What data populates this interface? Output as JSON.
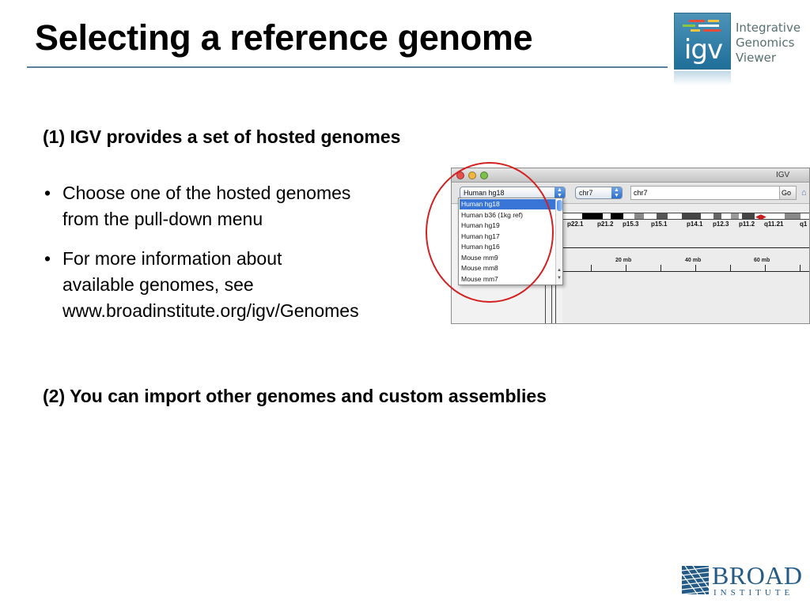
{
  "slide": {
    "title": "Selecting a reference genome",
    "section1": "(1) IGV provides a set of hosted genomes",
    "bullets": [
      {
        "lines": [
          "Choose one of the hosted genomes",
          "from the pull-down menu"
        ]
      },
      {
        "lines": [
          "For more information about",
          "available genomes, see",
          "www.broadinstitute.org/igv/Genomes"
        ]
      }
    ],
    "section2": "(2) You can import other genomes and custom assemblies",
    "bullet_char": "•"
  },
  "logo": {
    "igv_text": "igv",
    "name_lines": [
      "Integrative",
      "Genomics",
      "Viewer"
    ],
    "colors": {
      "box": "#2f7ca6",
      "text": "#57706f"
    }
  },
  "igv_window": {
    "title": "IGV",
    "genome_select": "Human hg18",
    "chromosome_select": "chr7",
    "locus": "chr7",
    "go_label": "Go",
    "home_icon": "home-icon",
    "genome_options": [
      "Human hg18",
      "Human b36 (1kg ref)",
      "Human hg19",
      "Human hg17",
      "Human hg16",
      "Mouse mm9",
      "Mouse mm8",
      "Mouse mm7"
    ],
    "selected_option": "Human hg18",
    "band_labels": [
      "p22.1",
      "p21.2",
      "p15.3",
      "p15.1",
      "p14.1",
      "p12.3",
      "p11.2",
      "q11.21",
      "q1"
    ],
    "ruler_labels": [
      "20 mb",
      "40 mb",
      "60 mb"
    ],
    "ruler_start": "0"
  },
  "broad": {
    "word": "BROAD",
    "sub": "INSTITUTE",
    "color": "#245a86"
  },
  "annotation_color": "#d42020"
}
